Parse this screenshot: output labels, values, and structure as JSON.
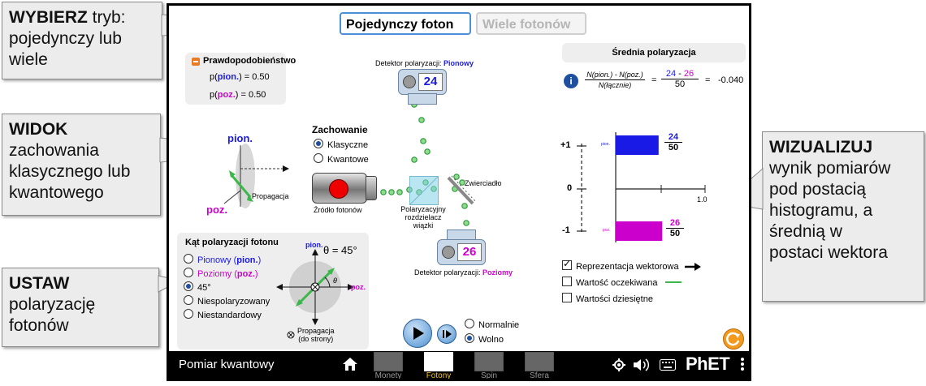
{
  "callouts": {
    "choose": {
      "bold": "WYBIERZ",
      "rest1": " tryb:",
      "line2": "pojedynczy lub",
      "line3": "wiele"
    },
    "view": {
      "bold": "WIDOK",
      "line2": "zachowania",
      "line3": "klasycznego lub",
      "line4": "kwantowego"
    },
    "set": {
      "bold": "USTAW",
      "line2": "polaryzację",
      "line3": "fotonów"
    },
    "visualize": {
      "bold": "WIZUALIZUJ",
      "line2": "wynik pomiarów",
      "line3": "pod postacią",
      "line4": "histogramu, a",
      "line5": "średnią w",
      "line6": "postaci wektora"
    }
  },
  "tabs": {
    "single": "Pojedynczy foton",
    "many": "Wiele fotonów"
  },
  "probability": {
    "title": "Prawdopodobieństwo",
    "vert_prefix": "p(",
    "vert_label": "pion.",
    "vert_suffix": ") = 0.50",
    "horiz_prefix": "p(",
    "horiz_label": "poz.",
    "horiz_suffix": ") = 0.50"
  },
  "polarization_axes": {
    "vert": "pion.",
    "horiz": "poz.",
    "propagation": "Propagacja"
  },
  "behavior": {
    "title": "Zachowanie",
    "classical": "Klasyczne",
    "quantum": "Kwantowe"
  },
  "source": {
    "label": "Źródło fotonów"
  },
  "splitter": {
    "line1": "Polaryzacyjny",
    "line2": "rozdzielacz",
    "line3": "wiązki"
  },
  "mirror": {
    "label": "Zwierciadło"
  },
  "detector_top": {
    "prefix": "Detektor polaryzacji: ",
    "name": "Pionowy",
    "count": "24"
  },
  "detector_bottom": {
    "prefix": "Detektor polaryzacji: ",
    "name": "Poziomy",
    "count": "26"
  },
  "angle_panel": {
    "title": "Kąt polaryzacji fotonu",
    "options": [
      {
        "pre": "Pionowy (",
        "tag": "pion.",
        "post": ")"
      },
      {
        "pre": "Poziomy (",
        "tag": "poz.",
        "post": ")"
      },
      {
        "pre": "45°",
        "tag": "",
        "post": ""
      },
      {
        "pre": "Niespolaryzowany",
        "tag": "",
        "post": ""
      },
      {
        "pre": "Niestandardowy",
        "tag": "",
        "post": ""
      }
    ],
    "selected_index": 2,
    "theta": "θ = 45°",
    "theta_small": "θ",
    "axis_vert": "pion.",
    "axis_horiz": "poz.",
    "prop_line1": "Propagacja",
    "prop_line2": "(do strony)"
  },
  "playback": {
    "normal": "Normalnie",
    "slow": "Wolno"
  },
  "average": {
    "title": "Średnia polaryzacja",
    "formula_num": "N(pion.) - N(poz.)",
    "formula_den": "N(łącznie)",
    "eq": "=",
    "num_a": "24",
    "num_b": "26",
    "minus": " - ",
    "den": "50",
    "eq2": "=",
    "result": "-0.040"
  },
  "histogram": {
    "tick_plus": "+1",
    "tick_zero": "0",
    "tick_minus": "-1",
    "tick_one": "1.0",
    "bar_vert_label": "pion.",
    "bar_horiz_label": "poz.",
    "vert_num": "24",
    "vert_den": "50",
    "horiz_num": "26",
    "horiz_den": "50",
    "vert_fraction": 0.48,
    "horiz_fraction": 0.52
  },
  "options": {
    "vector": "Reprezentacja wektorowa",
    "expected": "Wartość oczekiwana",
    "decimal": "Wartości dziesiętne"
  },
  "navbar": {
    "title": "Pomiar kwantowy",
    "screens": [
      "Monety",
      "Fotony",
      "Spin",
      "Sfera Blocha"
    ],
    "active_index": 1,
    "brand": "PhET"
  },
  "colors": {
    "vert": "#1a1ae6",
    "horiz": "#cc00cc",
    "green": "#3cb84a",
    "accent": "#4a90d9"
  }
}
